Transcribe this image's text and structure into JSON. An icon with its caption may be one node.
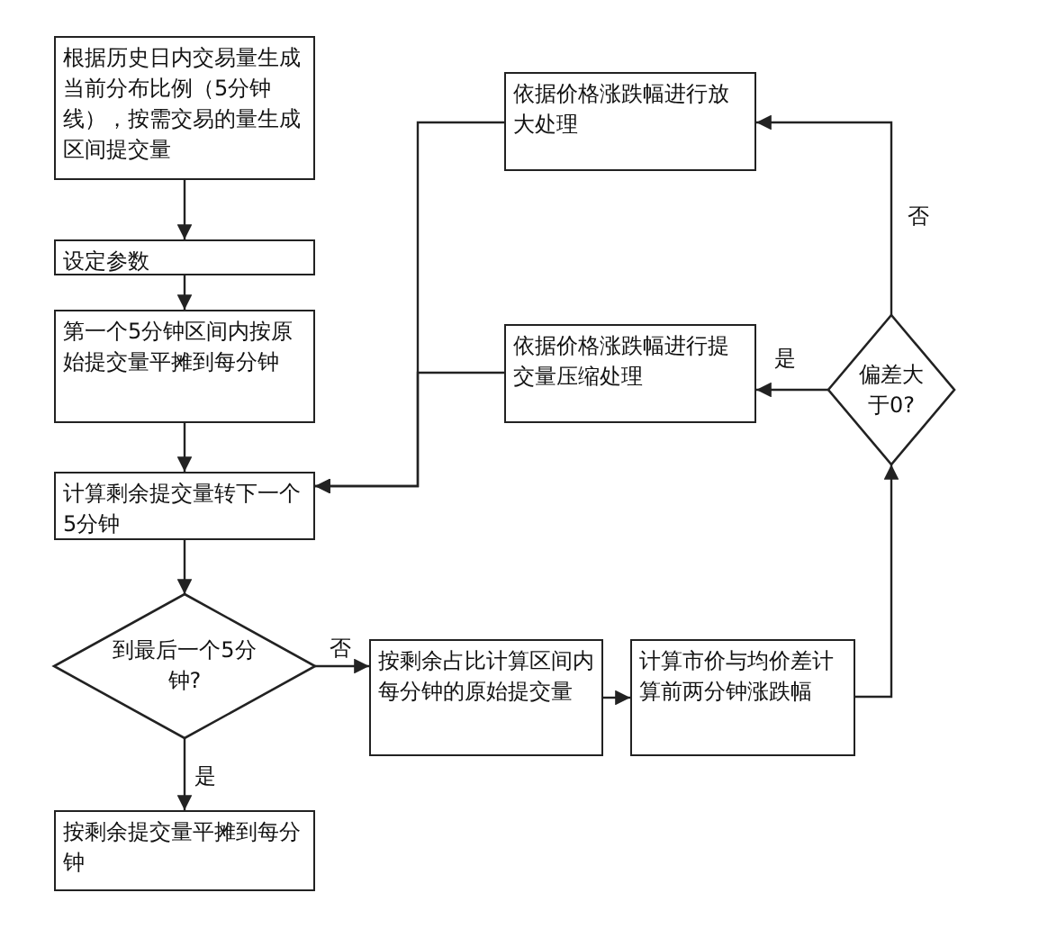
{
  "diagram": {
    "nodes": [
      {
        "text": [
          "根据历史日内交易量生成当前分布比例（5分钟线），按需交易的量生成区间提交量"
        ]
      },
      {
        "text": [
          "设定参数"
        ]
      },
      {
        "text": [
          "第一个5分钟区间内按原始提交量平摊到每分钟"
        ]
      },
      {
        "text": [
          "计算剩余提交量转下一个5分钟"
        ]
      },
      {
        "text": [
          "到最后一个5分钟?"
        ]
      },
      {
        "text": [
          "按剩余占比计算区间内每分钟的原始提交量"
        ]
      },
      {
        "text": [
          "计算市价与均价差计算前两分钟涨跌幅"
        ]
      },
      {
        "text": [
          "偏差大于0?"
        ]
      },
      {
        "text": [
          "依据价格涨跌幅进行提交量压缩处理"
        ]
      },
      {
        "text": [
          "依据价格涨跌幅进行放大处理"
        ]
      },
      {
        "text": [
          "按剩余提交量平摊到每分钟"
        ]
      }
    ],
    "edges": [
      {
        "from": 0,
        "to": 1,
        "arrow": "to"
      },
      {
        "from": 1,
        "to": 2,
        "arrow": "to"
      },
      {
        "from": 2,
        "to": 3,
        "arrow": "to"
      },
      {
        "from": 3,
        "to": 4,
        "arrow": "to"
      },
      {
        "from": 4,
        "to": 5,
        "arrow": "to",
        "label": "否"
      },
      {
        "from": 4,
        "to": 10,
        "arrow": "to",
        "label": "是"
      },
      {
        "from": 5,
        "to": 6,
        "arrow": "to"
      },
      {
        "from": 6,
        "to": 7,
        "arrow": "to"
      },
      {
        "from": 7,
        "to": 8,
        "arrow": "to",
        "label": "是"
      },
      {
        "from": 7,
        "to": 9,
        "arrow": "to",
        "label": "否"
      },
      {
        "from": 8,
        "to": 3,
        "arrow": "to"
      },
      {
        "from": 9,
        "to": 3,
        "arrow": "to"
      }
    ]
  }
}
